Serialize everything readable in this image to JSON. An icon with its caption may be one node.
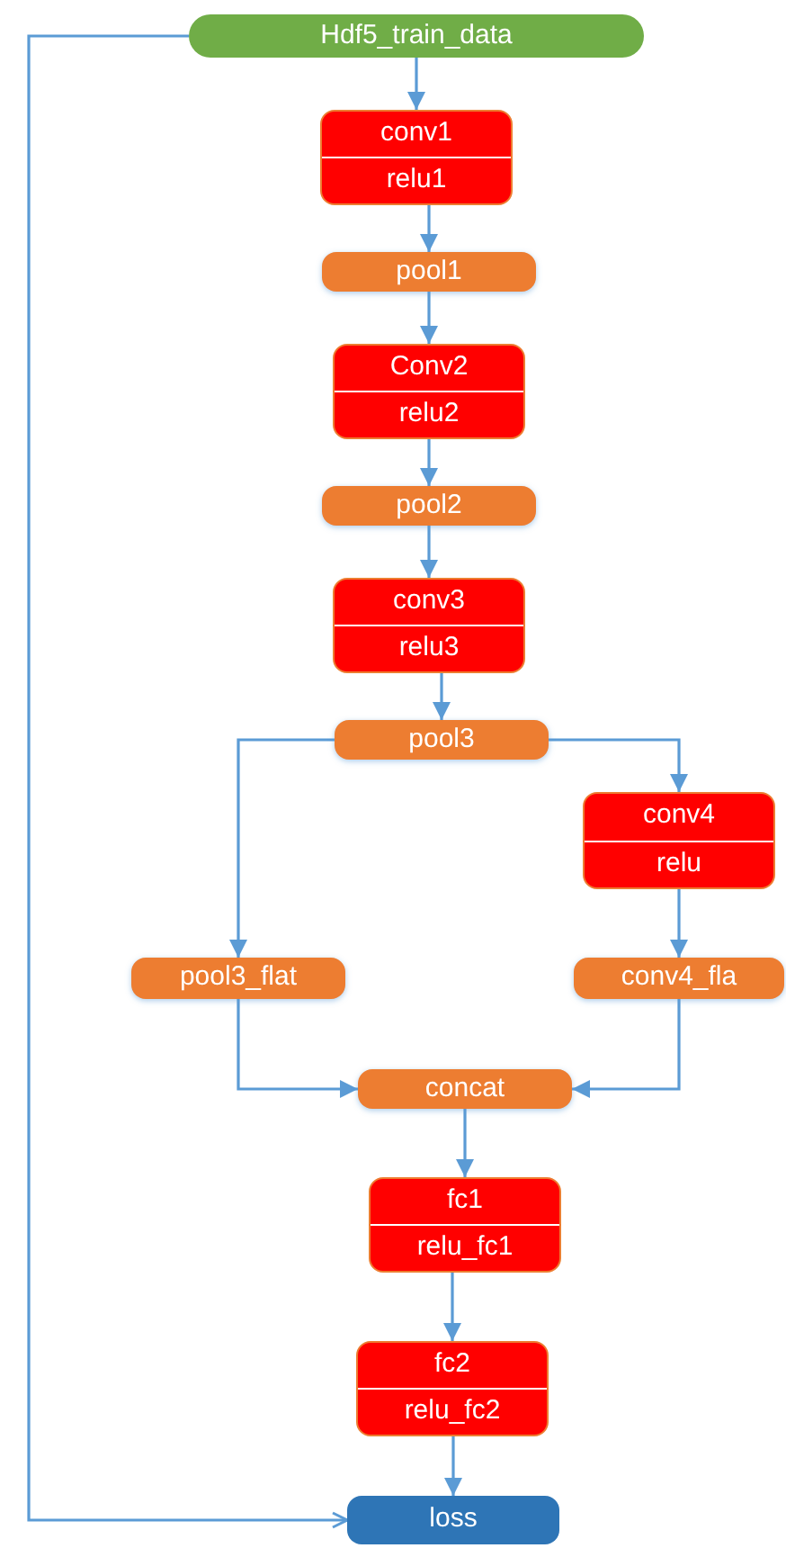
{
  "diagram": {
    "nodes": [
      {
        "text": [
          "Hdf5_train_data"
        ]
      },
      {
        "text": [
          "conv1",
          "relu1"
        ]
      },
      {
        "text": [
          "pool1"
        ]
      },
      {
        "text": [
          "Conv2",
          "relu2"
        ]
      },
      {
        "text": [
          "pool2"
        ]
      },
      {
        "text": [
          "conv3",
          "relu3"
        ]
      },
      {
        "text": [
          "pool3"
        ]
      },
      {
        "text": [
          "conv4",
          "relu"
        ]
      },
      {
        "text": [
          "pool3_flat"
        ]
      },
      {
        "text": [
          "conv4_fla"
        ]
      },
      {
        "text": [
          "concat"
        ]
      },
      {
        "text": [
          "fc1",
          "relu_fc1"
        ]
      },
      {
        "text": [
          "fc2",
          "relu_fc2"
        ]
      },
      {
        "text": [
          "loss"
        ]
      }
    ],
    "edges": [
      {
        "from": 0,
        "to": 1,
        "arrow": "to"
      },
      {
        "from": 1,
        "to": 2,
        "arrow": "to"
      },
      {
        "from": 2,
        "to": 3,
        "arrow": "to"
      },
      {
        "from": 3,
        "to": 4,
        "arrow": "to"
      },
      {
        "from": 4,
        "to": 5,
        "arrow": "to"
      },
      {
        "from": 5,
        "to": 6,
        "arrow": "to"
      },
      {
        "from": 6,
        "to": 8,
        "arrow": "to"
      },
      {
        "from": 6,
        "to": 7,
        "arrow": "to"
      },
      {
        "from": 7,
        "to": 9,
        "arrow": "to"
      },
      {
        "from": 8,
        "to": 10,
        "arrow": "to"
      },
      {
        "from": 9,
        "to": 10,
        "arrow": "to"
      },
      {
        "from": 10,
        "to": 11,
        "arrow": "to"
      },
      {
        "from": 11,
        "to": 12,
        "arrow": "to"
      },
      {
        "from": 12,
        "to": 13,
        "arrow": "to"
      },
      {
        "from": 0,
        "to": 13,
        "arrow": "to"
      }
    ]
  }
}
